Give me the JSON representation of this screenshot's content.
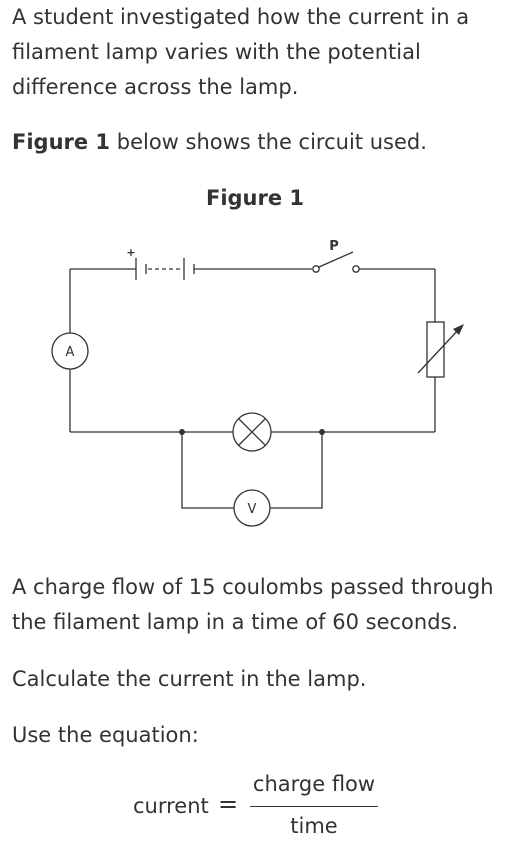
{
  "intro_text": "A student investigated how the current in a filament lamp varies with the potential difference across the lamp.",
  "figure_ref": {
    "bold": "Figure 1",
    "rest": " below shows the circuit used."
  },
  "figure_title": "Figure 1",
  "circuit": {
    "battery_plus": "+",
    "switch_label": "P",
    "ammeter_label": "A",
    "voltmeter_label": "V",
    "components": [
      "battery",
      "switch",
      "variable-resistor",
      "filament-lamp",
      "ammeter",
      "voltmeter"
    ]
  },
  "charge_text": "A charge flow of 15 coulombs passed through the filament lamp in a time of 60 seconds.",
  "calc_text": "Calculate the current in the lamp.",
  "use_text": "Use the equation:",
  "equation": {
    "lhs": "current",
    "equals": "=",
    "numerator": "charge flow",
    "denominator": "time"
  }
}
